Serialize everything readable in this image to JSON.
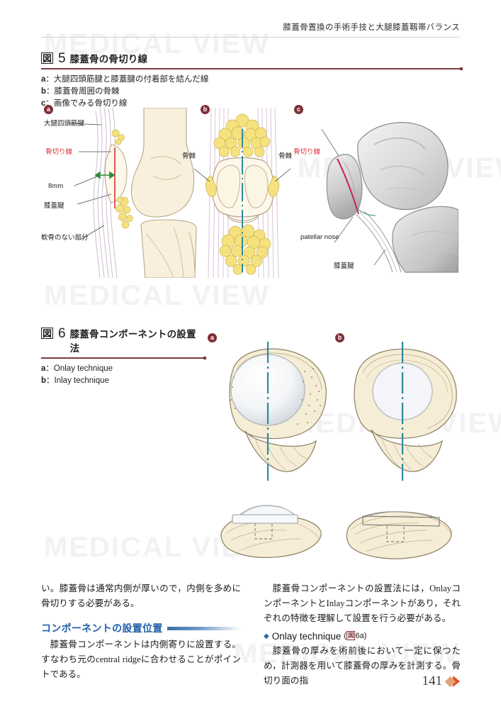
{
  "header": {
    "running_head": "膝蓋骨置換の手術手技と大腿膝蓋靱帯バランス"
  },
  "figure5": {
    "label": "図",
    "number": "5",
    "title": "膝蓋骨の骨切り線",
    "legend": [
      {
        "key": "a",
        "text": "大腿四頭筋腱と膝蓋腱の付着部を結んだ線"
      },
      {
        "key": "b",
        "text": "膝蓋骨周囲の骨棘"
      },
      {
        "key": "c",
        "text": "画像でみる骨切り線"
      }
    ],
    "panels": [
      {
        "mark": "a",
        "labels": [
          "大腿四頭筋腱",
          "骨切り線",
          "8mm",
          "膝蓋腱",
          "軟骨のない部分"
        ]
      },
      {
        "mark": "b",
        "labels": [
          "骨棘",
          "骨棘"
        ]
      },
      {
        "mark": "c",
        "labels": [
          "骨切り線",
          "patellar nose",
          "膝蓋腱"
        ]
      }
    ],
    "panel_a_labels": {
      "quadriceps_tendon": "大腿四頭筋腱",
      "cut_line": "骨切り線",
      "thickness": "8mm",
      "patellar_tendon": "膝蓋腱",
      "no_cartilage": "軟骨のない部分"
    },
    "panel_b_labels": {
      "osteophyte_left": "骨棘",
      "osteophyte_right": "骨棘"
    },
    "panel_c_labels": {
      "cut_line": "骨切り線",
      "patellar_nose": "patellar nose",
      "patellar_tendon": "膝蓋腱"
    }
  },
  "figure6": {
    "label": "図",
    "number": "6",
    "title": "膝蓋骨コンポーネントの設置法",
    "legend": [
      {
        "key": "a",
        "text": "Onlay technique"
      },
      {
        "key": "b",
        "text": "Inlay technique"
      }
    ],
    "panels": [
      {
        "mark": "a"
      },
      {
        "mark": "b"
      }
    ]
  },
  "body": {
    "left": {
      "para1": "い。膝蓋骨は通常内側が厚いので，内側を多めに骨切りする必要がある。",
      "section_heading": "コンポーネントの設置位置",
      "para2": "膝蓋骨コンポーネントは内側寄りに設置する。すなわち元のcentral ridgeに合わせることがポイントである。"
    },
    "right": {
      "para1": "膝蓋骨コンポーネントの設置法には，OnlayコンポーネントとInlayコンポーネントがあり，それぞれの特徴を理解して設置を行う必要がある。",
      "sub_heading": "Onlay technique",
      "sub_heading_ref_prefix": "(",
      "sub_heading_ref_box": "図",
      "sub_heading_ref_text": "6a",
      "sub_heading_ref_suffix": ")",
      "para2": "膝蓋骨の厚みを術前後において一定に保つため，計測器を用いて膝蓋骨の厚みを計測する。骨切り面の指"
    }
  },
  "footer": {
    "page_number": "141"
  },
  "watermark": {
    "text": "MEDICAL VIEW"
  },
  "colors": {
    "figure_rule": "#7e3b43",
    "panel_mark": "#7e2f36",
    "cut_line_red": "#d8313a",
    "section_heading_blue": "#1f5fa8",
    "page_mark_orange": "#e34f1c",
    "bone_fill": "#f6efd9",
    "fat_fill": "#f5e27f",
    "axis_teal": "#2e8a9c"
  }
}
